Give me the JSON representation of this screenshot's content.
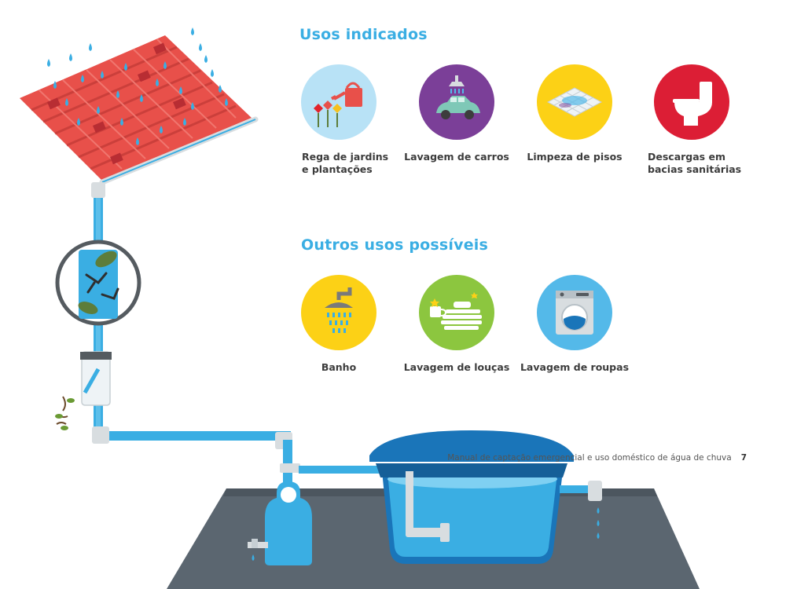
{
  "section_indicated": {
    "title": "Usos indicados",
    "items": [
      {
        "label_line1": "Rega de jardins",
        "label_line2": "e plantações",
        "color": "#b8e2f6",
        "icon": "garden-watering-icon"
      },
      {
        "label_line1": "Lavagem de carros",
        "label_line2": "",
        "color": "#7b3f98",
        "icon": "car-wash-icon"
      },
      {
        "label_line1": "Limpeza de pisos",
        "label_line2": "",
        "color": "#fcd116",
        "icon": "floor-cleaning-icon"
      },
      {
        "label_line1": "Descargas em",
        "label_line2": "bacias sanitárias",
        "color": "#dc1e35",
        "icon": "toilet-icon"
      }
    ]
  },
  "section_other": {
    "title": "Outros usos possíveis",
    "items": [
      {
        "label": "Banho",
        "color": "#fcd116",
        "icon": "shower-icon"
      },
      {
        "label": "Lavagem de louças",
        "color": "#8cc63f",
        "icon": "dishes-icon"
      },
      {
        "label": "Lavagem de roupas",
        "color": "#54b9e9",
        "icon": "washing-machine-icon"
      }
    ]
  },
  "footer": {
    "text": "Manual de captação emergencial e uso doméstico de água de chuva",
    "page": "7"
  },
  "colors": {
    "accent": "#3aaee3",
    "roof": "#e8504a",
    "pipe": "#3aaee3",
    "tank": "#1a75b9",
    "ground": "#5b6670"
  }
}
